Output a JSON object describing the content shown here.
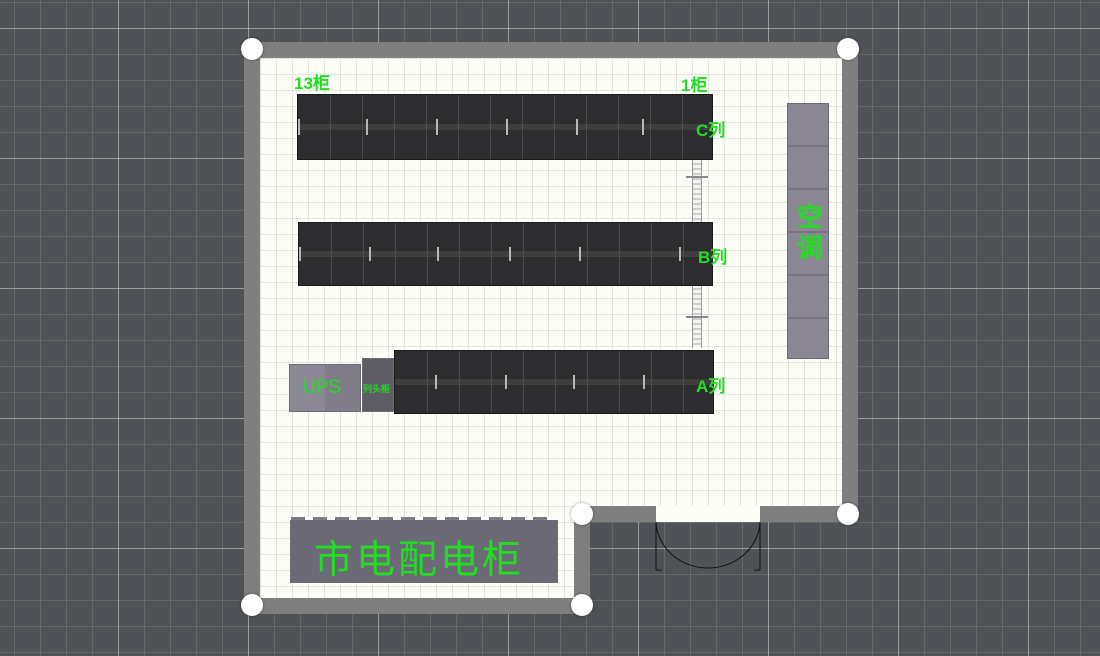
{
  "room": {
    "labels": {
      "cab13": "13柜",
      "cab1": "1柜",
      "rowC": "C列",
      "rowB": "B列",
      "rowA": "A列",
      "ups": "UPS",
      "headCabinet": "列头柜",
      "aircon": "空调",
      "mainsPower": "市电配电柜"
    },
    "rows": [
      {
        "id": "C",
        "cabinets": 13
      },
      {
        "id": "B",
        "cabinets": 13
      },
      {
        "id": "A",
        "cabinets": 10
      }
    ]
  },
  "colors": {
    "label": "#22dd22",
    "cabinet": "#2d2c2e",
    "wall": "#7f7f7f",
    "equipment": "#86838f"
  },
  "icons": [
    "corner-node-icon",
    "door-icon"
  ]
}
